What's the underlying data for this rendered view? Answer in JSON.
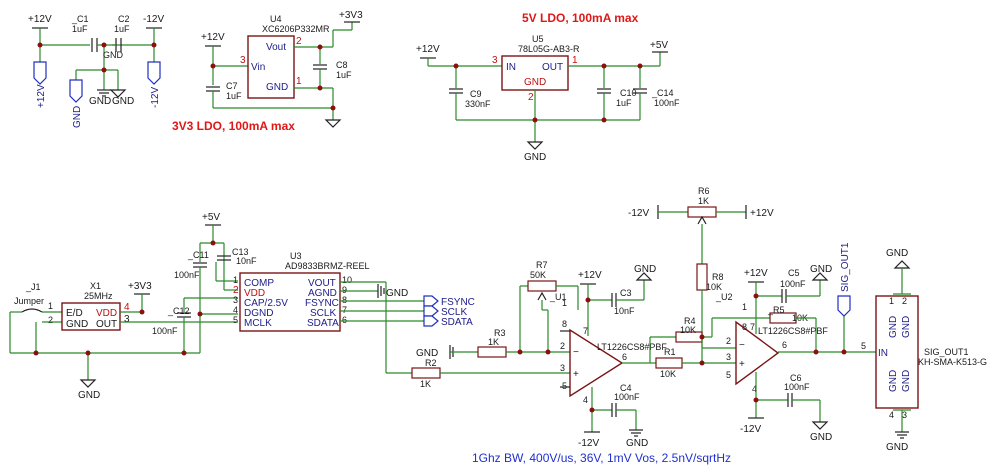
{
  "headings": {
    "ldo5": "5V LDO, 100mA max",
    "ldo33": "3V3 LDO, 100mA max",
    "note": "1Ghz BW, 400V/us, 36V, 1mV Vos, 2.5nV/sqrtHz"
  },
  "rails": {
    "p12": "+12V",
    "m12": "-12V",
    "p5": "+5V",
    "p33": "+3V3",
    "gnd": "GND"
  },
  "components": {
    "C1": {
      "ref": "_C1",
      "val": "1uF"
    },
    "C2": {
      "ref": "C2",
      "val": "1uF"
    },
    "C3": {
      "ref": "C3",
      "val": "10nF"
    },
    "C4": {
      "ref": "C4",
      "val": "100nF"
    },
    "C5": {
      "ref": "C5",
      "val": "100nF"
    },
    "C6": {
      "ref": "C6",
      "val": "100nF"
    },
    "C7": {
      "ref": "C7",
      "val": "1uF"
    },
    "C8": {
      "ref": "C8",
      "val": "1uF"
    },
    "C9": {
      "ref": "C9",
      "val": "330nF"
    },
    "C10": {
      "ref": "C10",
      "val": "1uF"
    },
    "C11": {
      "ref": "_C11",
      "val": "100nF"
    },
    "C12": {
      "ref": "_C12",
      "val": "100nF"
    },
    "C13": {
      "ref": "C13",
      "val": "10nF"
    },
    "C14": {
      "ref": "_C14",
      "val": "100nF"
    },
    "R1": {
      "ref": "R1",
      "val": "10K"
    },
    "R2": {
      "ref": "R2",
      "val": "1K"
    },
    "R3": {
      "ref": "R3",
      "val": "1K"
    },
    "R4": {
      "ref": "R4",
      "val": "10K"
    },
    "R5": {
      "ref": "_R5",
      "val": "10K"
    },
    "R6": {
      "ref": "R6",
      "val": "1K"
    },
    "R7": {
      "ref": "R7",
      "val": "50K"
    },
    "R8": {
      "ref": "R8",
      "val": "10K"
    },
    "U1": {
      "ref": "_U1",
      "val": "LT1226CS8#PBF"
    },
    "U2": {
      "ref": "_U2",
      "val": "LT1226CS8#PBF"
    },
    "U3": {
      "ref": "U3",
      "val": "AD9833BRMZ-REEL"
    },
    "U4": {
      "ref": "U4",
      "val": "XC6206P332MR"
    },
    "U5": {
      "ref": "U5",
      "val": "78L05G-AB3-R"
    },
    "X1": {
      "ref": "X1",
      "val": "25MHz"
    },
    "J1": {
      "ref": "_J1",
      "val": "Jumper"
    },
    "SIG_OUT1": {
      "ref": "SIG_OUT1",
      "val": "KH-SMA-K513-G"
    }
  },
  "pins": {
    "u4_vout": "Vout",
    "u4_vin": "Vin",
    "u4_gnd": "GND",
    "u5_in": "IN",
    "u5_out": "OUT",
    "u5_gnd": "GND",
    "u3_left": [
      "COMP",
      "VDD",
      "CAP/2.5V",
      "DGND",
      "MCLK"
    ],
    "u3_right": [
      "VOUT",
      "AGND",
      "FSYNC",
      "SCLK",
      "SDATA"
    ],
    "x1_ed": "E/D",
    "x1_gnd": "GND",
    "x1_vdd": "VDD",
    "x1_out": "OUT",
    "sma_in": "IN",
    "sma_gnd": "GND"
  },
  "signals": {
    "fsync": "FSYNC",
    "sclk": "SCLK",
    "sdata": "SDATA",
    "sig_out": "SIG_OUT1"
  }
}
